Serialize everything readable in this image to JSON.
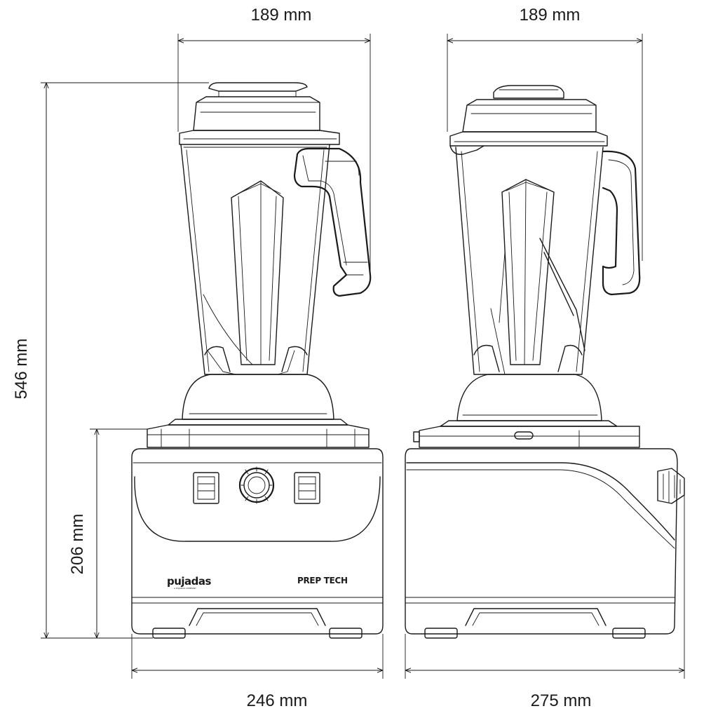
{
  "dimensions": {
    "front_top_width": "189 mm",
    "side_top_width": "189 mm",
    "total_height": "546 mm",
    "base_height": "206 mm",
    "front_base_width": "246 mm",
    "side_base_depth": "275 mm"
  },
  "labels": {
    "brand_left": "pujadas",
    "brand_left_sub": "A PUJADAS COMPANY",
    "brand_right": "PREP TECH"
  }
}
